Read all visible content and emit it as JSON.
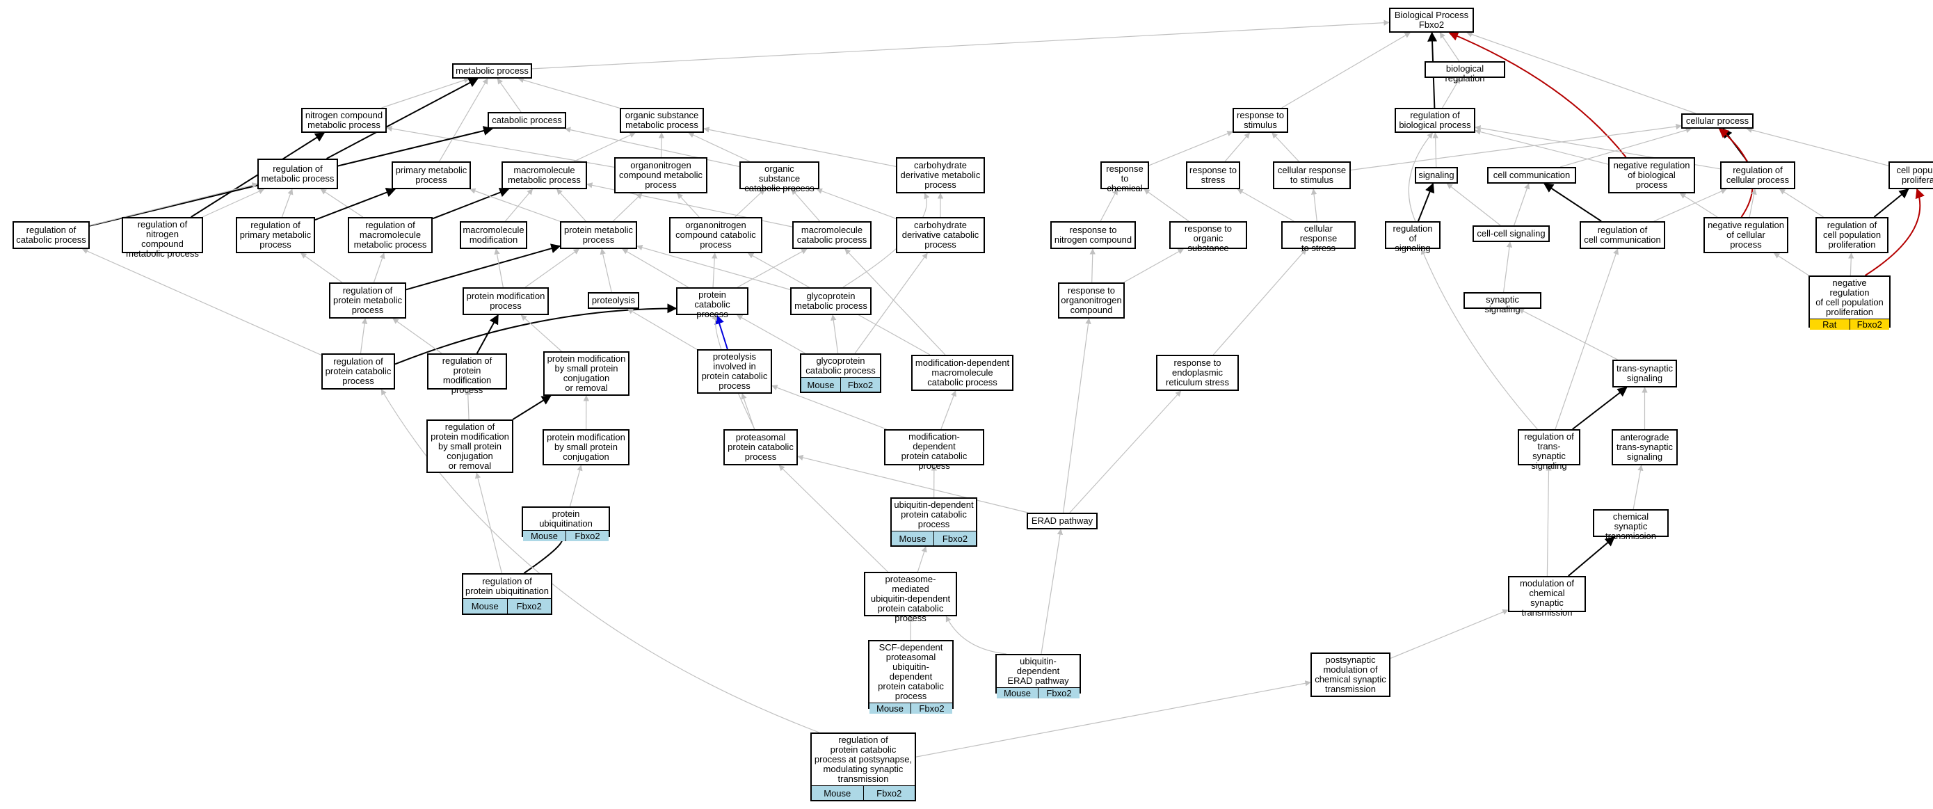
{
  "colors": {
    "edge_default": "#c0c0c0",
    "edge_emphasis": "#000000",
    "edge_blue": "#0000dd",
    "edge_red": "#b40000",
    "tag_mouse": "#add8e6",
    "tag_rat": "#ffd700"
  },
  "nodes": [
    {
      "id": "bp",
      "label": "Biological Process\nFbxo2"
    },
    {
      "id": "metabolic",
      "label": "metabolic process"
    },
    {
      "id": "bioreg",
      "label": "biological regulation"
    },
    {
      "id": "nitrogen",
      "label": "nitrogen compound\nmetabolic process"
    },
    {
      "id": "catabolic",
      "label": "catabolic process"
    },
    {
      "id": "organic",
      "label": "organic substance\nmetabolic process"
    },
    {
      "id": "respstim",
      "label": "response to\nstimulus"
    },
    {
      "id": "regbio",
      "label": "regulation of\nbiological process"
    },
    {
      "id": "cellular",
      "label": "cellular process"
    },
    {
      "id": "regmet",
      "label": "regulation of\nmetabolic process"
    },
    {
      "id": "primary",
      "label": "primary metabolic\nprocess"
    },
    {
      "id": "macromet",
      "label": "macromolecule\nmetabolic process"
    },
    {
      "id": "orgnitro",
      "label": "organonitrogen\ncompound metabolic\nprocess"
    },
    {
      "id": "orgcat",
      "label": "organic substance\ncatabolic process"
    },
    {
      "id": "carbmet",
      "label": "carbohydrate\nderivative metabolic\nprocess"
    },
    {
      "id": "respchem",
      "label": "response to\nchemical"
    },
    {
      "id": "respstress",
      "label": "response to\nstress"
    },
    {
      "id": "cellresp",
      "label": "cellular response\nto stimulus"
    },
    {
      "id": "signaling",
      "label": "signaling"
    },
    {
      "id": "cellcomm",
      "label": "cell communication"
    },
    {
      "id": "negregbio",
      "label": "negative regulation\nof biological\nprocess"
    },
    {
      "id": "regcell",
      "label": "regulation of\ncellular process"
    },
    {
      "id": "cellpop",
      "label": "cell population\nproliferation"
    },
    {
      "id": "regcat",
      "label": "regulation of\ncatabolic process"
    },
    {
      "id": "regnitro",
      "label": "regulation of\nnitrogen compound\nmetabolic process"
    },
    {
      "id": "regprim",
      "label": "regulation of\nprimary metabolic\nprocess"
    },
    {
      "id": "regmacro",
      "label": "regulation of\nmacromolecule\nmetabolic process"
    },
    {
      "id": "macromod",
      "label": "macromolecule\nmodification"
    },
    {
      "id": "protmet",
      "label": "protein metabolic\nprocess"
    },
    {
      "id": "orgnitrocat",
      "label": "organonitrogen\ncompound catabolic\nprocess"
    },
    {
      "id": "macrocat",
      "label": "macromolecule\ncatabolic process"
    },
    {
      "id": "carbcat",
      "label": "carbohydrate\nderivative catabolic\nprocess"
    },
    {
      "id": "respnitro",
      "label": "response to\nnitrogen compound"
    },
    {
      "id": "resporg",
      "label": "response to\norganic substance"
    },
    {
      "id": "cellrespstress",
      "label": "cellular response\nto stress"
    },
    {
      "id": "regsig",
      "label": "regulation of\nsignaling"
    },
    {
      "id": "cellcell",
      "label": "cell-cell signaling"
    },
    {
      "id": "regcellcomm",
      "label": "regulation of\ncell communication"
    },
    {
      "id": "negregcell",
      "label": "negative regulation\nof cellular\nprocess"
    },
    {
      "id": "regcellpop",
      "label": "regulation of\ncell population\nproliferation"
    },
    {
      "id": "regprotmet",
      "label": "regulation of\nprotein metabolic\nprocess"
    },
    {
      "id": "protmod",
      "label": "protein modification\nprocess"
    },
    {
      "id": "proteolysis",
      "label": "proteolysis"
    },
    {
      "id": "protcat",
      "label": "protein catabolic\nprocess"
    },
    {
      "id": "glycomet",
      "label": "glycoprotein\nmetabolic process"
    },
    {
      "id": "resporgnitro",
      "label": "response to\norganonitrogen\ncompound"
    },
    {
      "id": "synaptic",
      "label": "synaptic signaling"
    },
    {
      "id": "negregcellpop",
      "label": "negative regulation\nof cell population\nproliferation",
      "tags": [
        "Rat",
        "Fbxo2"
      ]
    },
    {
      "id": "regprotcat",
      "label": "regulation of\nprotein catabolic\nprocess"
    },
    {
      "id": "regprotmod",
      "label": "regulation of\nprotein modification\nprocess"
    },
    {
      "id": "protmodsmall",
      "label": "protein modification\nby small protein\nconjugation\nor removal"
    },
    {
      "id": "proteolysiscat",
      "label": "proteolysis\ninvolved in\nprotein catabolic\nprocess"
    },
    {
      "id": "glycocat",
      "label": "glycoprotein\ncatabolic process",
      "tags": [
        "Mouse",
        "Fbxo2"
      ]
    },
    {
      "id": "moddepmacro",
      "label": "modification-dependent\nmacromolecule\ncatabolic process"
    },
    {
      "id": "resper",
      "label": "response to\nendoplasmic\nreticulum stress"
    },
    {
      "id": "transsyn",
      "label": "trans-synaptic\nsignaling"
    },
    {
      "id": "regprotmodsmall",
      "label": "regulation of\nprotein modification\nby small protein\nconjugation\nor removal"
    },
    {
      "id": "protmodconj",
      "label": "protein modification\nby small protein\nconjugation"
    },
    {
      "id": "proteasomal",
      "label": "proteasomal\nprotein catabolic\nprocess"
    },
    {
      "id": "moddepprot",
      "label": "modification-dependent\nprotein catabolic\nprocess"
    },
    {
      "id": "regtranssyn",
      "label": "regulation of\ntrans-synaptic\nsignaling"
    },
    {
      "id": "antero",
      "label": "anterograde\ntrans-synaptic\nsignaling"
    },
    {
      "id": "protubiq",
      "label": "protein ubiquitination",
      "tags": [
        "Mouse",
        "Fbxo2"
      ]
    },
    {
      "id": "ubiqdep",
      "label": "ubiquitin-dependent\nprotein catabolic\nprocess",
      "tags": [
        "Mouse",
        "Fbxo2"
      ]
    },
    {
      "id": "erad",
      "label": "ERAD pathway"
    },
    {
      "id": "chemsyn",
      "label": "chemical synaptic\ntransmission"
    },
    {
      "id": "regprotubiq",
      "label": "regulation of\nprotein ubiquitination",
      "tags": [
        "Mouse",
        "Fbxo2"
      ]
    },
    {
      "id": "proteasomemed",
      "label": "proteasome-mediated\nubiquitin-dependent\nprotein catabolic\nprocess"
    },
    {
      "id": "modchemsyn",
      "label": "modulation of\nchemical synaptic\ntransmission"
    },
    {
      "id": "scf",
      "label": "SCF-dependent\nproteasomal\nubiquitin-dependent\nprotein catabolic\nprocess",
      "tags": [
        "Mouse",
        "Fbxo2"
      ]
    },
    {
      "id": "ubiqerad",
      "label": "ubiquitin-dependent\nERAD pathway",
      "tags": [
        "Mouse",
        "Fbxo2"
      ]
    },
    {
      "id": "postsyn",
      "label": "postsynaptic\nmodulation of\nchemical synaptic\ntransmission"
    },
    {
      "id": "regprotcatpost",
      "label": "regulation of\nprotein catabolic\nprocess at postsynapse,\nmodulating synaptic\ntransmission",
      "tags": [
        "Mouse",
        "Fbxo2"
      ]
    }
  ],
  "edges": [
    {
      "from": "metabolic",
      "to": "bp"
    },
    {
      "from": "bioreg",
      "to": "bp"
    },
    {
      "from": "respstim",
      "to": "bp"
    },
    {
      "from": "regbio",
      "to": "bp",
      "style": "black"
    },
    {
      "from": "cellular",
      "to": "bp"
    },
    {
      "from": "negregbio",
      "to": "bp",
      "style": "red"
    },
    {
      "from": "nitrogen",
      "to": "metabolic"
    },
    {
      "from": "catabolic",
      "to": "metabolic"
    },
    {
      "from": "organic",
      "to": "metabolic"
    },
    {
      "from": "regmet",
      "to": "metabolic",
      "style": "black"
    },
    {
      "from": "primary",
      "to": "metabolic"
    },
    {
      "from": "regbio",
      "to": "bioreg"
    },
    {
      "from": "respchem",
      "to": "respstim"
    },
    {
      "from": "respstress",
      "to": "respstim"
    },
    {
      "from": "cellresp",
      "to": "respstim"
    },
    {
      "from": "signaling",
      "to": "regbio"
    },
    {
      "from": "negregbio",
      "to": "regbio"
    },
    {
      "from": "regcell",
      "to": "regbio"
    },
    {
      "from": "regsig",
      "to": "regbio"
    },
    {
      "from": "cellresp",
      "to": "cellular"
    },
    {
      "from": "cellcomm",
      "to": "cellular"
    },
    {
      "from": "regcell",
      "to": "cellular",
      "style": "black"
    },
    {
      "from": "cellpop",
      "to": "cellular"
    },
    {
      "from": "negregcell",
      "to": "cellular",
      "style": "red"
    },
    {
      "from": "macromet",
      "to": "organic"
    },
    {
      "from": "orgnitro",
      "to": "organic"
    },
    {
      "from": "orgcat",
      "to": "organic"
    },
    {
      "from": "carbmet",
      "to": "organic"
    },
    {
      "from": "orgcat",
      "to": "catabolic"
    },
    {
      "from": "orgnitro",
      "to": "nitrogen"
    },
    {
      "from": "regcat",
      "to": "catabolic",
      "style": "black"
    },
    {
      "from": "regnitro",
      "to": "nitrogen",
      "style": "black"
    },
    {
      "from": "regnitro",
      "to": "regmet"
    },
    {
      "from": "regprim",
      "to": "regmet"
    },
    {
      "from": "regmacro",
      "to": "regmet"
    },
    {
      "from": "regcat",
      "to": "regmet"
    },
    {
      "from": "regprim",
      "to": "primary",
      "style": "black"
    },
    {
      "from": "regmacro",
      "to": "macromet",
      "style": "black"
    },
    {
      "from": "macromod",
      "to": "macromet"
    },
    {
      "from": "protmet",
      "to": "macromet"
    },
    {
      "from": "macrocat",
      "to": "macromet"
    },
    {
      "from": "protmet",
      "to": "primary"
    },
    {
      "from": "protmet",
      "to": "orgnitro"
    },
    {
      "from": "orgnitrocat",
      "to": "orgnitro"
    },
    {
      "from": "orgnitrocat",
      "to": "orgcat"
    },
    {
      "from": "macrocat",
      "to": "orgcat"
    },
    {
      "from": "carbcat",
      "to": "orgcat"
    },
    {
      "from": "carbcat",
      "to": "carbmet"
    },
    {
      "from": "glycomet",
      "to": "carbmet"
    },
    {
      "from": "regprotmet",
      "to": "protmet",
      "style": "black"
    },
    {
      "from": "regprotmet",
      "to": "regmacro"
    },
    {
      "from": "regprotmet",
      "to": "regprim"
    },
    {
      "from": "protmod",
      "to": "macromod"
    },
    {
      "from": "protmod",
      "to": "protmet"
    },
    {
      "from": "proteolysis",
      "to": "protmet"
    },
    {
      "from": "protcat",
      "to": "protmet"
    },
    {
      "from": "glycomet",
      "to": "protmet"
    },
    {
      "from": "protcat",
      "to": "orgnitrocat"
    },
    {
      "from": "protcat",
      "to": "macrocat"
    },
    {
      "from": "moddepmacro",
      "to": "macrocat"
    },
    {
      "from": "respnitro",
      "to": "respchem"
    },
    {
      "from": "resporg",
      "to": "respchem"
    },
    {
      "from": "cellrespstress",
      "to": "respstress"
    },
    {
      "from": "cellrespstress",
      "to": "cellresp"
    },
    {
      "from": "regsig",
      "to": "signaling",
      "style": "black"
    },
    {
      "from": "cellcell",
      "to": "signaling"
    },
    {
      "from": "cellcell",
      "to": "cellcomm"
    },
    {
      "from": "regcellcomm",
      "to": "cellcomm",
      "style": "black"
    },
    {
      "from": "regcellcomm",
      "to": "regcell"
    },
    {
      "from": "negregcell",
      "to": "regcell"
    },
    {
      "from": "negregcell",
      "to": "negregbio"
    },
    {
      "from": "regcellpop",
      "to": "regcell"
    },
    {
      "from": "regcellpop",
      "to": "cellpop",
      "style": "black"
    },
    {
      "from": "negregcellpop",
      "to": "regcellpop"
    },
    {
      "from": "negregcellpop",
      "to": "negregcell"
    },
    {
      "from": "negregcellpop",
      "to": "cellpop",
      "style": "red"
    },
    {
      "from": "resporgnitro",
      "to": "respnitro"
    },
    {
      "from": "resporgnitro",
      "to": "resporg"
    },
    {
      "from": "synaptic",
      "to": "cellcell"
    },
    {
      "from": "regprotcat",
      "to": "regcat"
    },
    {
      "from": "regprotcat",
      "to": "regprotmet"
    },
    {
      "from": "regprotcat",
      "to": "protcat",
      "style": "black"
    },
    {
      "from": "regprotmod",
      "to": "regprotmet"
    },
    {
      "from": "regprotmod",
      "to": "protmod",
      "style": "black"
    },
    {
      "from": "protmodsmall",
      "to": "protmod"
    },
    {
      "from": "proteolysiscat",
      "to": "protcat",
      "style": "blue"
    },
    {
      "from": "proteolysiscat",
      "to": "proteolysis"
    },
    {
      "from": "glycocat",
      "to": "glycomet"
    },
    {
      "from": "glycocat",
      "to": "protcat"
    },
    {
      "from": "glycocat",
      "to": "carbcat"
    },
    {
      "from": "moddepmacro",
      "to": "orgnitrocat"
    },
    {
      "from": "resper",
      "to": "cellrespstress"
    },
    {
      "from": "transsyn",
      "to": "synaptic"
    },
    {
      "from": "regprotmodsmall",
      "to": "regprotmod"
    },
    {
      "from": "regprotmodsmall",
      "to": "protmodsmall",
      "style": "black"
    },
    {
      "from": "protmodconj",
      "to": "protmodsmall"
    },
    {
      "from": "proteasomal",
      "to": "proteolysiscat"
    },
    {
      "from": "proteasomal",
      "to": "protcat"
    },
    {
      "from": "moddepprot",
      "to": "proteolysiscat"
    },
    {
      "from": "moddepprot",
      "to": "moddepmacro"
    },
    {
      "from": "regtranssyn",
      "to": "transsyn",
      "style": "black"
    },
    {
      "from": "regtranssyn",
      "to": "regsig"
    },
    {
      "from": "regtranssyn",
      "to": "regcellcomm"
    },
    {
      "from": "antero",
      "to": "transsyn"
    },
    {
      "from": "protubiq",
      "to": "protmodconj"
    },
    {
      "from": "ubiqdep",
      "to": "moddepprot"
    },
    {
      "from": "erad",
      "to": "proteasomal"
    },
    {
      "from": "erad",
      "to": "resper"
    },
    {
      "from": "erad",
      "to": "resporgnitro"
    },
    {
      "from": "chemsyn",
      "to": "antero"
    },
    {
      "from": "regprotubiq",
      "to": "regprotmodsmall"
    },
    {
      "from": "regprotubiq",
      "to": "protubiq",
      "style": "black"
    },
    {
      "from": "proteasomemed",
      "to": "ubiqdep"
    },
    {
      "from": "proteasomemed",
      "to": "proteasomal"
    },
    {
      "from": "modchemsyn",
      "to": "chemsyn",
      "style": "black"
    },
    {
      "from": "modchemsyn",
      "to": "regtranssyn"
    },
    {
      "from": "scf",
      "to": "proteasomemed"
    },
    {
      "from": "ubiqerad",
      "to": "proteasomemed"
    },
    {
      "from": "ubiqerad",
      "to": "erad"
    },
    {
      "from": "postsyn",
      "to": "modchemsyn"
    },
    {
      "from": "regprotcatpost",
      "to": "postsyn"
    },
    {
      "from": "regprotcatpost",
      "to": "regprotcat"
    }
  ]
}
